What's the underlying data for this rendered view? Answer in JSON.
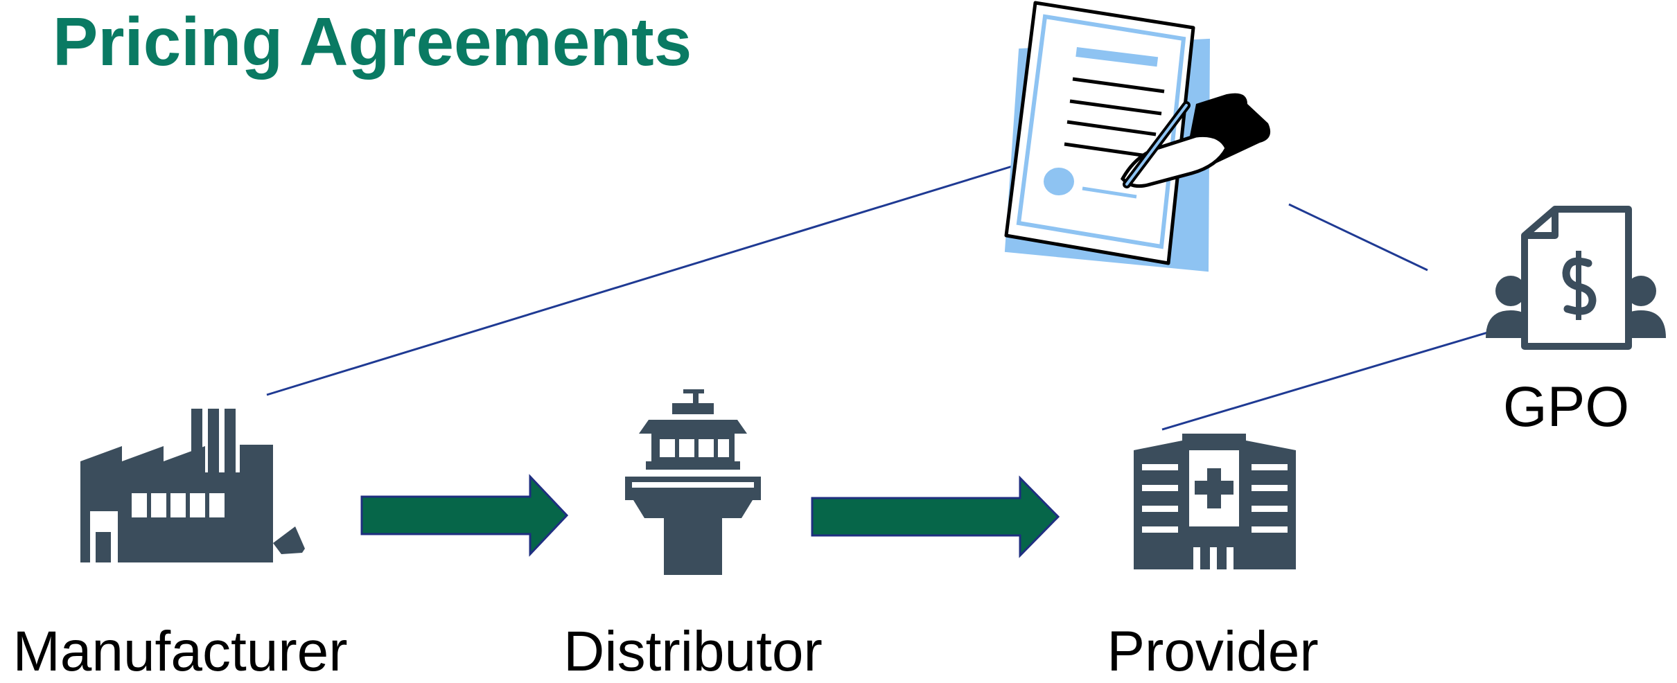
{
  "title": "Pricing Agreements",
  "nodes": {
    "manufacturer": "Manufacturer",
    "distributor": "Distributor",
    "provider": "Provider",
    "gpo": "GPO"
  },
  "icons": {
    "manufacturer": "factory-icon",
    "distributor": "control-tower-icon",
    "provider": "hospital-icon",
    "gpo": "group-purchasing-icon",
    "contract": "signed-contract-icon"
  },
  "colors": {
    "title": "#0a7a63",
    "icon": "#3b4d5c",
    "flow_arrow": "#066649",
    "connector_line": "#1f3a93",
    "contract_accent": "#8ec3f2"
  }
}
